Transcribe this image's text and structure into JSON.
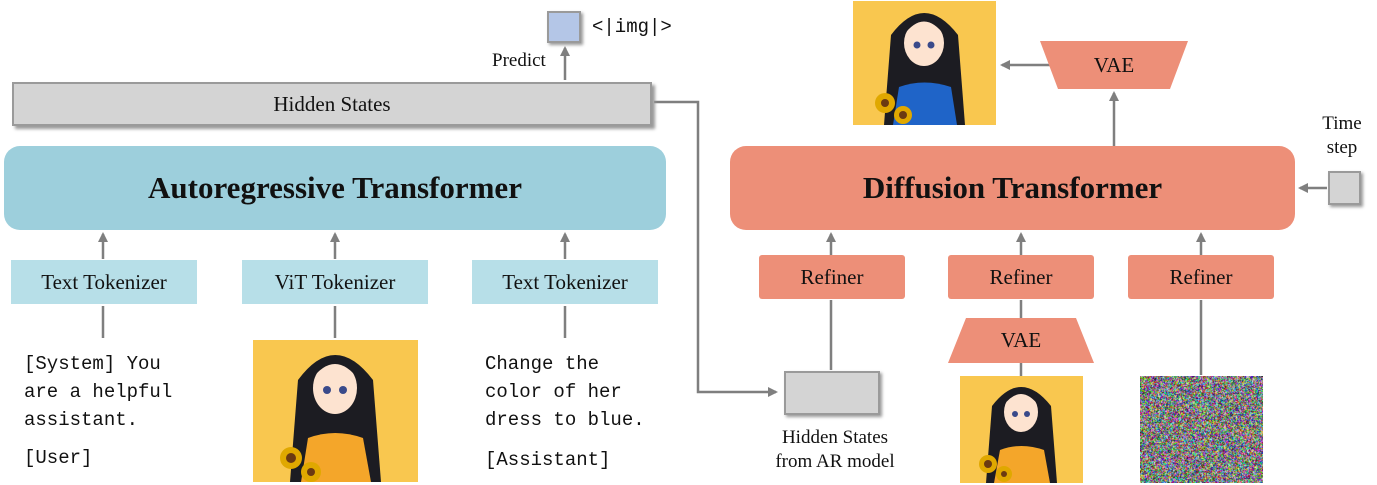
{
  "ar_model": {
    "hidden_states": "Hidden States",
    "predict": "Predict",
    "img_token": "<|img|>",
    "transformer": "Autoregressive Transformer",
    "tokenizers": [
      "Text Tokenizer",
      "ViT Tokenizer",
      "Text Tokenizer"
    ],
    "system_prompt": "[System] You\nare a helpful\nassistant.",
    "user_tag": "[User]",
    "instruction": "Change the\ncolor of her\ndress to blue.",
    "assistant_tag": "[Assistant]"
  },
  "diffusion": {
    "transformer": "Diffusion Transformer",
    "vae_top": "VAE",
    "vae_bottom": "VAE",
    "refiners": [
      "Refiner",
      "Refiner",
      "Refiner"
    ],
    "time_step": "Time\nstep",
    "hidden_states_label": "Hidden States\nfrom AR model"
  },
  "colors": {
    "ar_blue": "#9dcfdc",
    "tokenizer_blue": "#b7dfe8",
    "diffusion_salmon": "#ed8f78",
    "hidden_gray": "#d4d4d4",
    "token_blue": "#b4c6e7",
    "image_background": "#f9c74f",
    "dress_yellow": "#f4a62a",
    "dress_blue": "#1f64c8"
  }
}
